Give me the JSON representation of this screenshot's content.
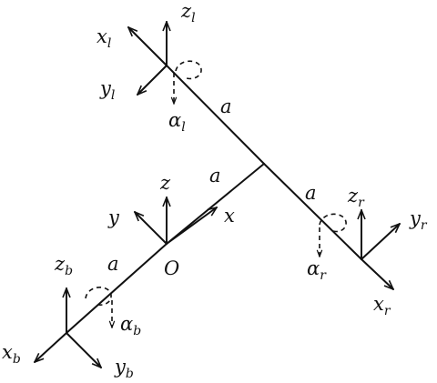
{
  "frames": {
    "body": {
      "x": {
        "base": "x",
        "sub": "b"
      },
      "y": {
        "base": "y",
        "sub": "b"
      },
      "z": {
        "base": "z",
        "sub": "b"
      },
      "alpha": {
        "base": "α",
        "sub": "b"
      }
    },
    "left": {
      "x": {
        "base": "x",
        "sub": "l"
      },
      "y": {
        "base": "y",
        "sub": "l"
      },
      "z": {
        "base": "z",
        "sub": "l"
      },
      "alpha": {
        "base": "α",
        "sub": "l"
      }
    },
    "right": {
      "x": {
        "base": "x",
        "sub": "r"
      },
      "y": {
        "base": "y",
        "sub": "r"
      },
      "z": {
        "base": "z",
        "sub": "r"
      },
      "alpha": {
        "base": "α",
        "sub": "r"
      }
    },
    "origin": {
      "x": "x",
      "y": "y",
      "z": "z",
      "O": "O"
    }
  },
  "segment_label": "a"
}
